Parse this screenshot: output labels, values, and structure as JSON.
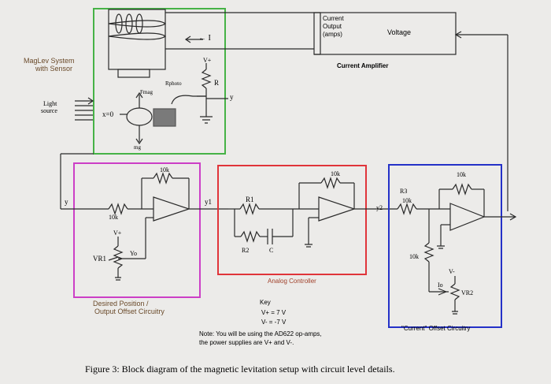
{
  "maglev": {
    "title_line1": "MagLev System",
    "title_line2": "with Sensor",
    "current_arrow": "← I",
    "x_eq": "x=0",
    "f_mag": "Fmag",
    "r_photo": "Rphoto",
    "r": "R",
    "vplus": "V+",
    "y": "y",
    "mg": "mg",
    "light_line1": "Light",
    "light_line2": "source"
  },
  "amplifier": {
    "box_line1": "Current",
    "box_line2": "Output",
    "box_line3": "(amps)",
    "voltage": "Voltage",
    "caption": "Current Amplifier"
  },
  "desired": {
    "r_top": "10k",
    "r_in": "10k",
    "y": "y",
    "vplus": "V+",
    "vr1": "VR1",
    "yo": "Yo",
    "caption_line1": "Desired Position /",
    "caption_line2": "Output Offset Circuitry"
  },
  "analog": {
    "r_top": "10k",
    "r1": "R1",
    "r2": "R2",
    "c": "C",
    "y1": "y1",
    "caption": "Analog Controller"
  },
  "offset": {
    "r_top": "10k",
    "r3": "R3",
    "r3_val": "10k",
    "y2": "y2",
    "r_left": "10k",
    "vminus": "V-",
    "io": "Io",
    "vr2": "VR2",
    "caption": "\"Current\" Offset Circuitry"
  },
  "key": {
    "title": "Key",
    "vplus": "V+ = 7 V",
    "vminus": "V- = -7 V",
    "note_line1": "Note: You will be using the AD622 op-amps,",
    "note_line2": "the power supplies are V+ and V-."
  },
  "figure_caption": "Figure 3: Block diagram of the magnetic levitation setup with circuit level details.",
  "colors": {
    "green": "#46b246",
    "magenta": "#cc3fc6",
    "red": "#e0343a",
    "blue": "#2431c8",
    "wire": "#2a2a2a",
    "label": "#6a4a2a"
  }
}
